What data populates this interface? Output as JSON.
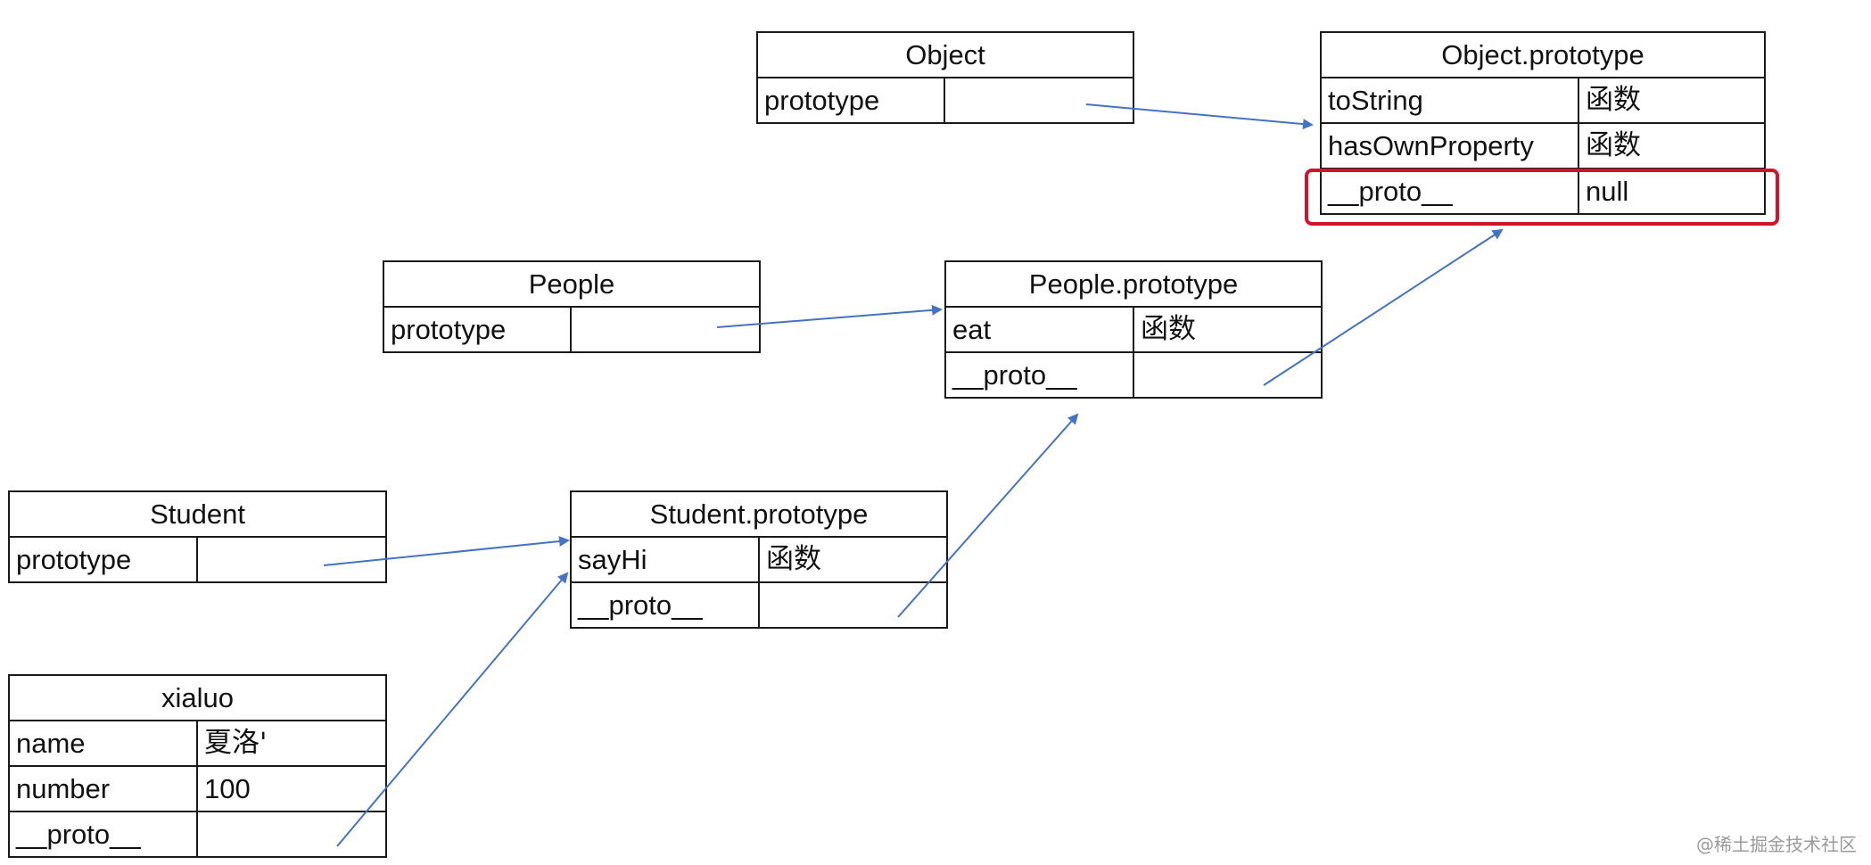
{
  "tables": {
    "object": {
      "title": "Object",
      "rows": [
        {
          "key": "prototype",
          "value": ""
        }
      ]
    },
    "object_prototype": {
      "title": "Object.prototype",
      "rows": [
        {
          "key": "toString",
          "value": "函数"
        },
        {
          "key": "hasOwnProperty",
          "value": "函数"
        },
        {
          "key": "__proto__",
          "value": "null"
        }
      ]
    },
    "people": {
      "title": "People",
      "rows": [
        {
          "key": "prototype",
          "value": ""
        }
      ]
    },
    "people_prototype": {
      "title": "People.prototype",
      "rows": [
        {
          "key": "eat",
          "value": "函数"
        },
        {
          "key": "__proto__",
          "value": ""
        }
      ]
    },
    "student": {
      "title": "Student",
      "rows": [
        {
          "key": "prototype",
          "value": ""
        }
      ]
    },
    "student_prototype": {
      "title": "Student.prototype",
      "rows": [
        {
          "key": "sayHi",
          "value": "函数"
        },
        {
          "key": "__proto__",
          "value": ""
        }
      ]
    },
    "xialuo": {
      "title": "xialuo",
      "rows": [
        {
          "key": "name",
          "value": "夏洛'"
        },
        {
          "key": "number",
          "value": "100"
        },
        {
          "key": "__proto__",
          "value": ""
        }
      ]
    }
  },
  "colors": {
    "arrow": "#4472c4",
    "highlight": "#d0142b",
    "border": "#1a1a1a"
  },
  "watermark": "@稀土掘金技术社区"
}
